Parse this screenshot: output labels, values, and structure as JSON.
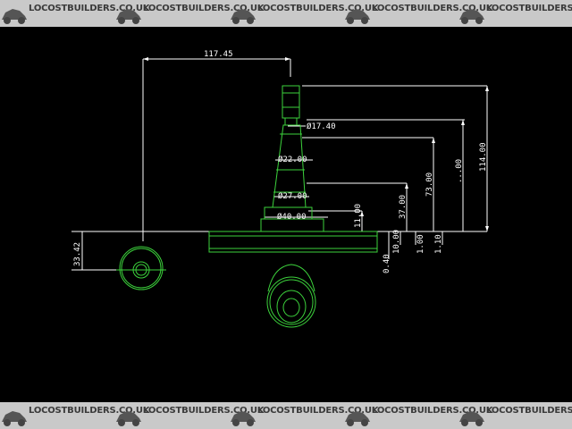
{
  "watermark": {
    "text": "LOCOSTBUILDERS.CO.UK",
    "icon": "car-silhouette-icon"
  },
  "colors": {
    "background": "#000000",
    "geometry": "#3cd23c",
    "dimensions": "#ffffff",
    "banner": "#c9c9c9"
  },
  "dimensions": {
    "overall_length": "117.45",
    "dia_top": "Ø17.40",
    "dia_upper": "Ø22.00",
    "dia_lower": "Ø27.00",
    "dia_base": "Ø40.00",
    "height_total": "114.00",
    "height_mid": "...00",
    "height_73": "73.00",
    "height_37": "37.00",
    "height_11": "11.00",
    "small_10": "10.00",
    "small_1": "1.00",
    "small_110": "1.10",
    "small_04": "0.40",
    "left_3342": "33.42"
  }
}
